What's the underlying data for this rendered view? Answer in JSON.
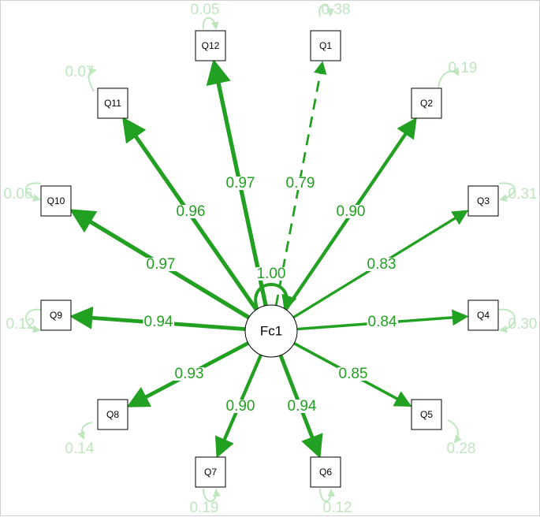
{
  "colors": {
    "loading": "#22a022",
    "residual": "#bfe6bf",
    "label_fill": "#ffffff"
  },
  "factor": {
    "label": "Fc1",
    "variance": "1.00"
  },
  "items": [
    {
      "id": "Q1",
      "loading": "0.79",
      "residual": "0.38",
      "fixed": true
    },
    {
      "id": "Q2",
      "loading": "0.90",
      "residual": "0.19",
      "fixed": false
    },
    {
      "id": "Q3",
      "loading": "0.83",
      "residual": "0.31",
      "fixed": false
    },
    {
      "id": "Q4",
      "loading": "0.84",
      "residual": "0.30",
      "fixed": false
    },
    {
      "id": "Q5",
      "loading": "0.85",
      "residual": "0.28",
      "fixed": false
    },
    {
      "id": "Q6",
      "loading": "0.94",
      "residual": "0.12",
      "fixed": false
    },
    {
      "id": "Q7",
      "loading": "0.90",
      "residual": "0.19",
      "fixed": false
    },
    {
      "id": "Q8",
      "loading": "0.93",
      "residual": "0.14",
      "fixed": false
    },
    {
      "id": "Q9",
      "loading": "0.94",
      "residual": "0.12",
      "fixed": false
    },
    {
      "id": "Q10",
      "loading": "0.97",
      "residual": "0.06",
      "fixed": false
    },
    {
      "id": "Q11",
      "loading": "0.96",
      "residual": "0.07",
      "fixed": false
    },
    {
      "id": "Q12",
      "loading": "0.97",
      "residual": "0.05",
      "fixed": false
    }
  ]
}
